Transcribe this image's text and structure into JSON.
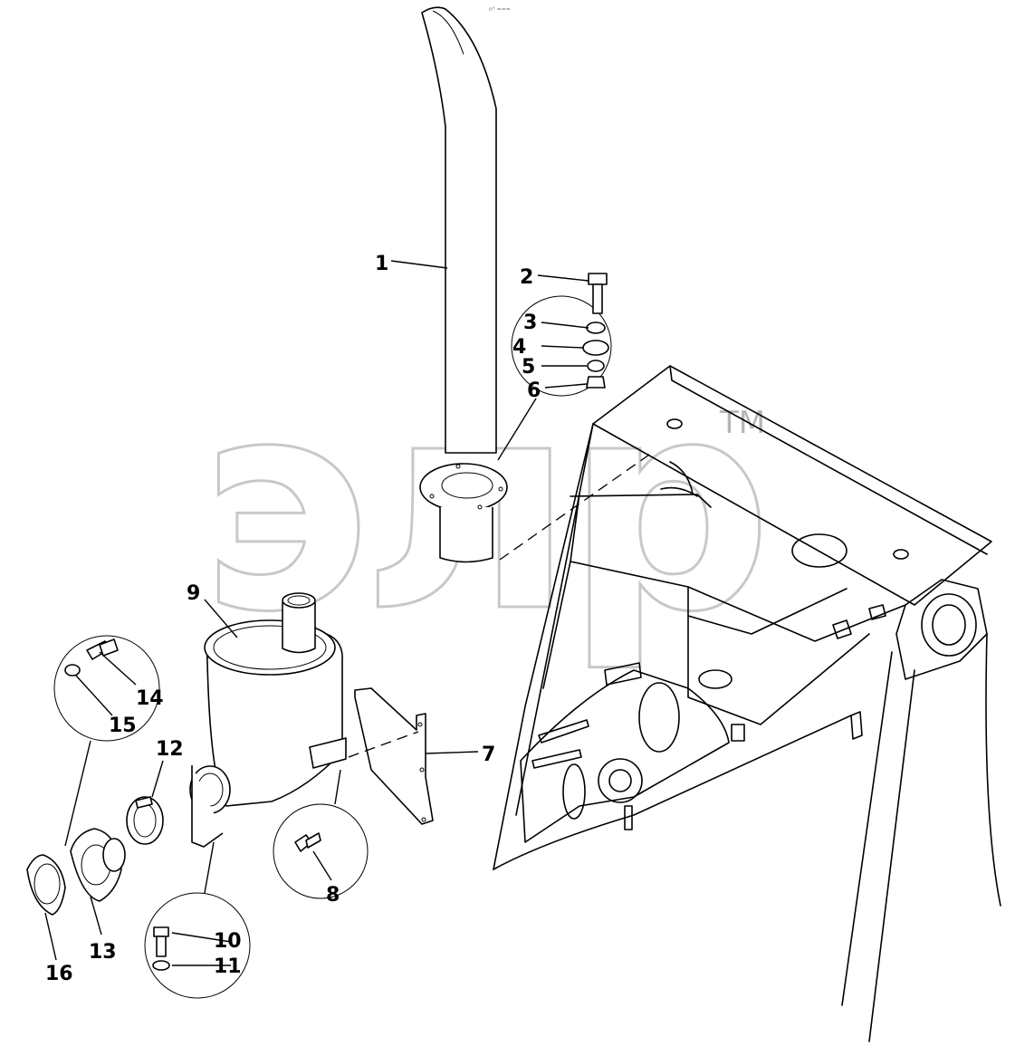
{
  "watermark": {
    "text": "элр",
    "trademark": "TM"
  },
  "header_mark": "n° ===",
  "parts": [
    {
      "number": "1"
    },
    {
      "number": "2"
    },
    {
      "number": "3"
    },
    {
      "number": "4"
    },
    {
      "number": "5"
    },
    {
      "number": "6"
    },
    {
      "number": "7"
    },
    {
      "number": "8"
    },
    {
      "number": "9"
    },
    {
      "number": "10"
    },
    {
      "number": "11"
    },
    {
      "number": "12"
    },
    {
      "number": "13"
    },
    {
      "number": "14"
    },
    {
      "number": "15"
    },
    {
      "number": "16"
    }
  ]
}
